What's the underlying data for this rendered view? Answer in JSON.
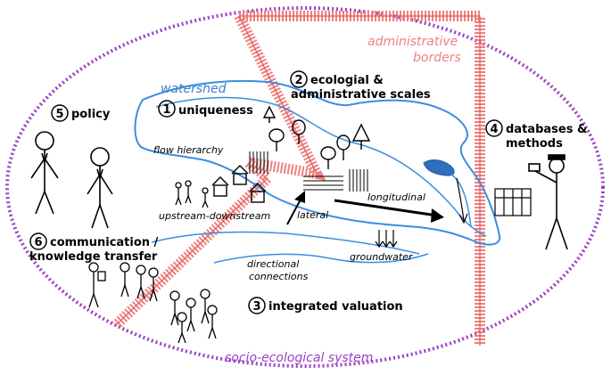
{
  "labels": {
    "watershed": "watershed",
    "administrative_line1": "administrative",
    "administrative_line2": "borders",
    "socio_ecological": "socio-ecological system",
    "uniqueness": "uniqueness",
    "uniqueness_num": "1",
    "eco_num": "2",
    "eco_line1": "ecologial &",
    "eco_line2": "administrative scales",
    "valuation_num": "3",
    "valuation": "integrated valuation",
    "databases_num": "4",
    "databases_line1": "databases &",
    "databases_line2": "methods",
    "policy_num": "5",
    "policy": "policy",
    "comm_num": "6",
    "comm_line1": "communication /",
    "comm_line2": "knowledge transfer",
    "flow_hierarchy": "flow hierarchy",
    "upstream_downstream": "upstream-downstream",
    "lateral": "lateral",
    "longitudinal": "longitudinal",
    "groundwater": "groundwater",
    "directional_line1": "directional",
    "directional_line2": "connections"
  },
  "colors": {
    "ellipse": "#9b3fc4",
    "border": "#f08080",
    "border_dark": "#e05b5b",
    "watershed_line": "#3a8ee0",
    "watershed_text": "#3a7fd0",
    "text": "#000000",
    "socio_text": "#9b3fc4"
  }
}
